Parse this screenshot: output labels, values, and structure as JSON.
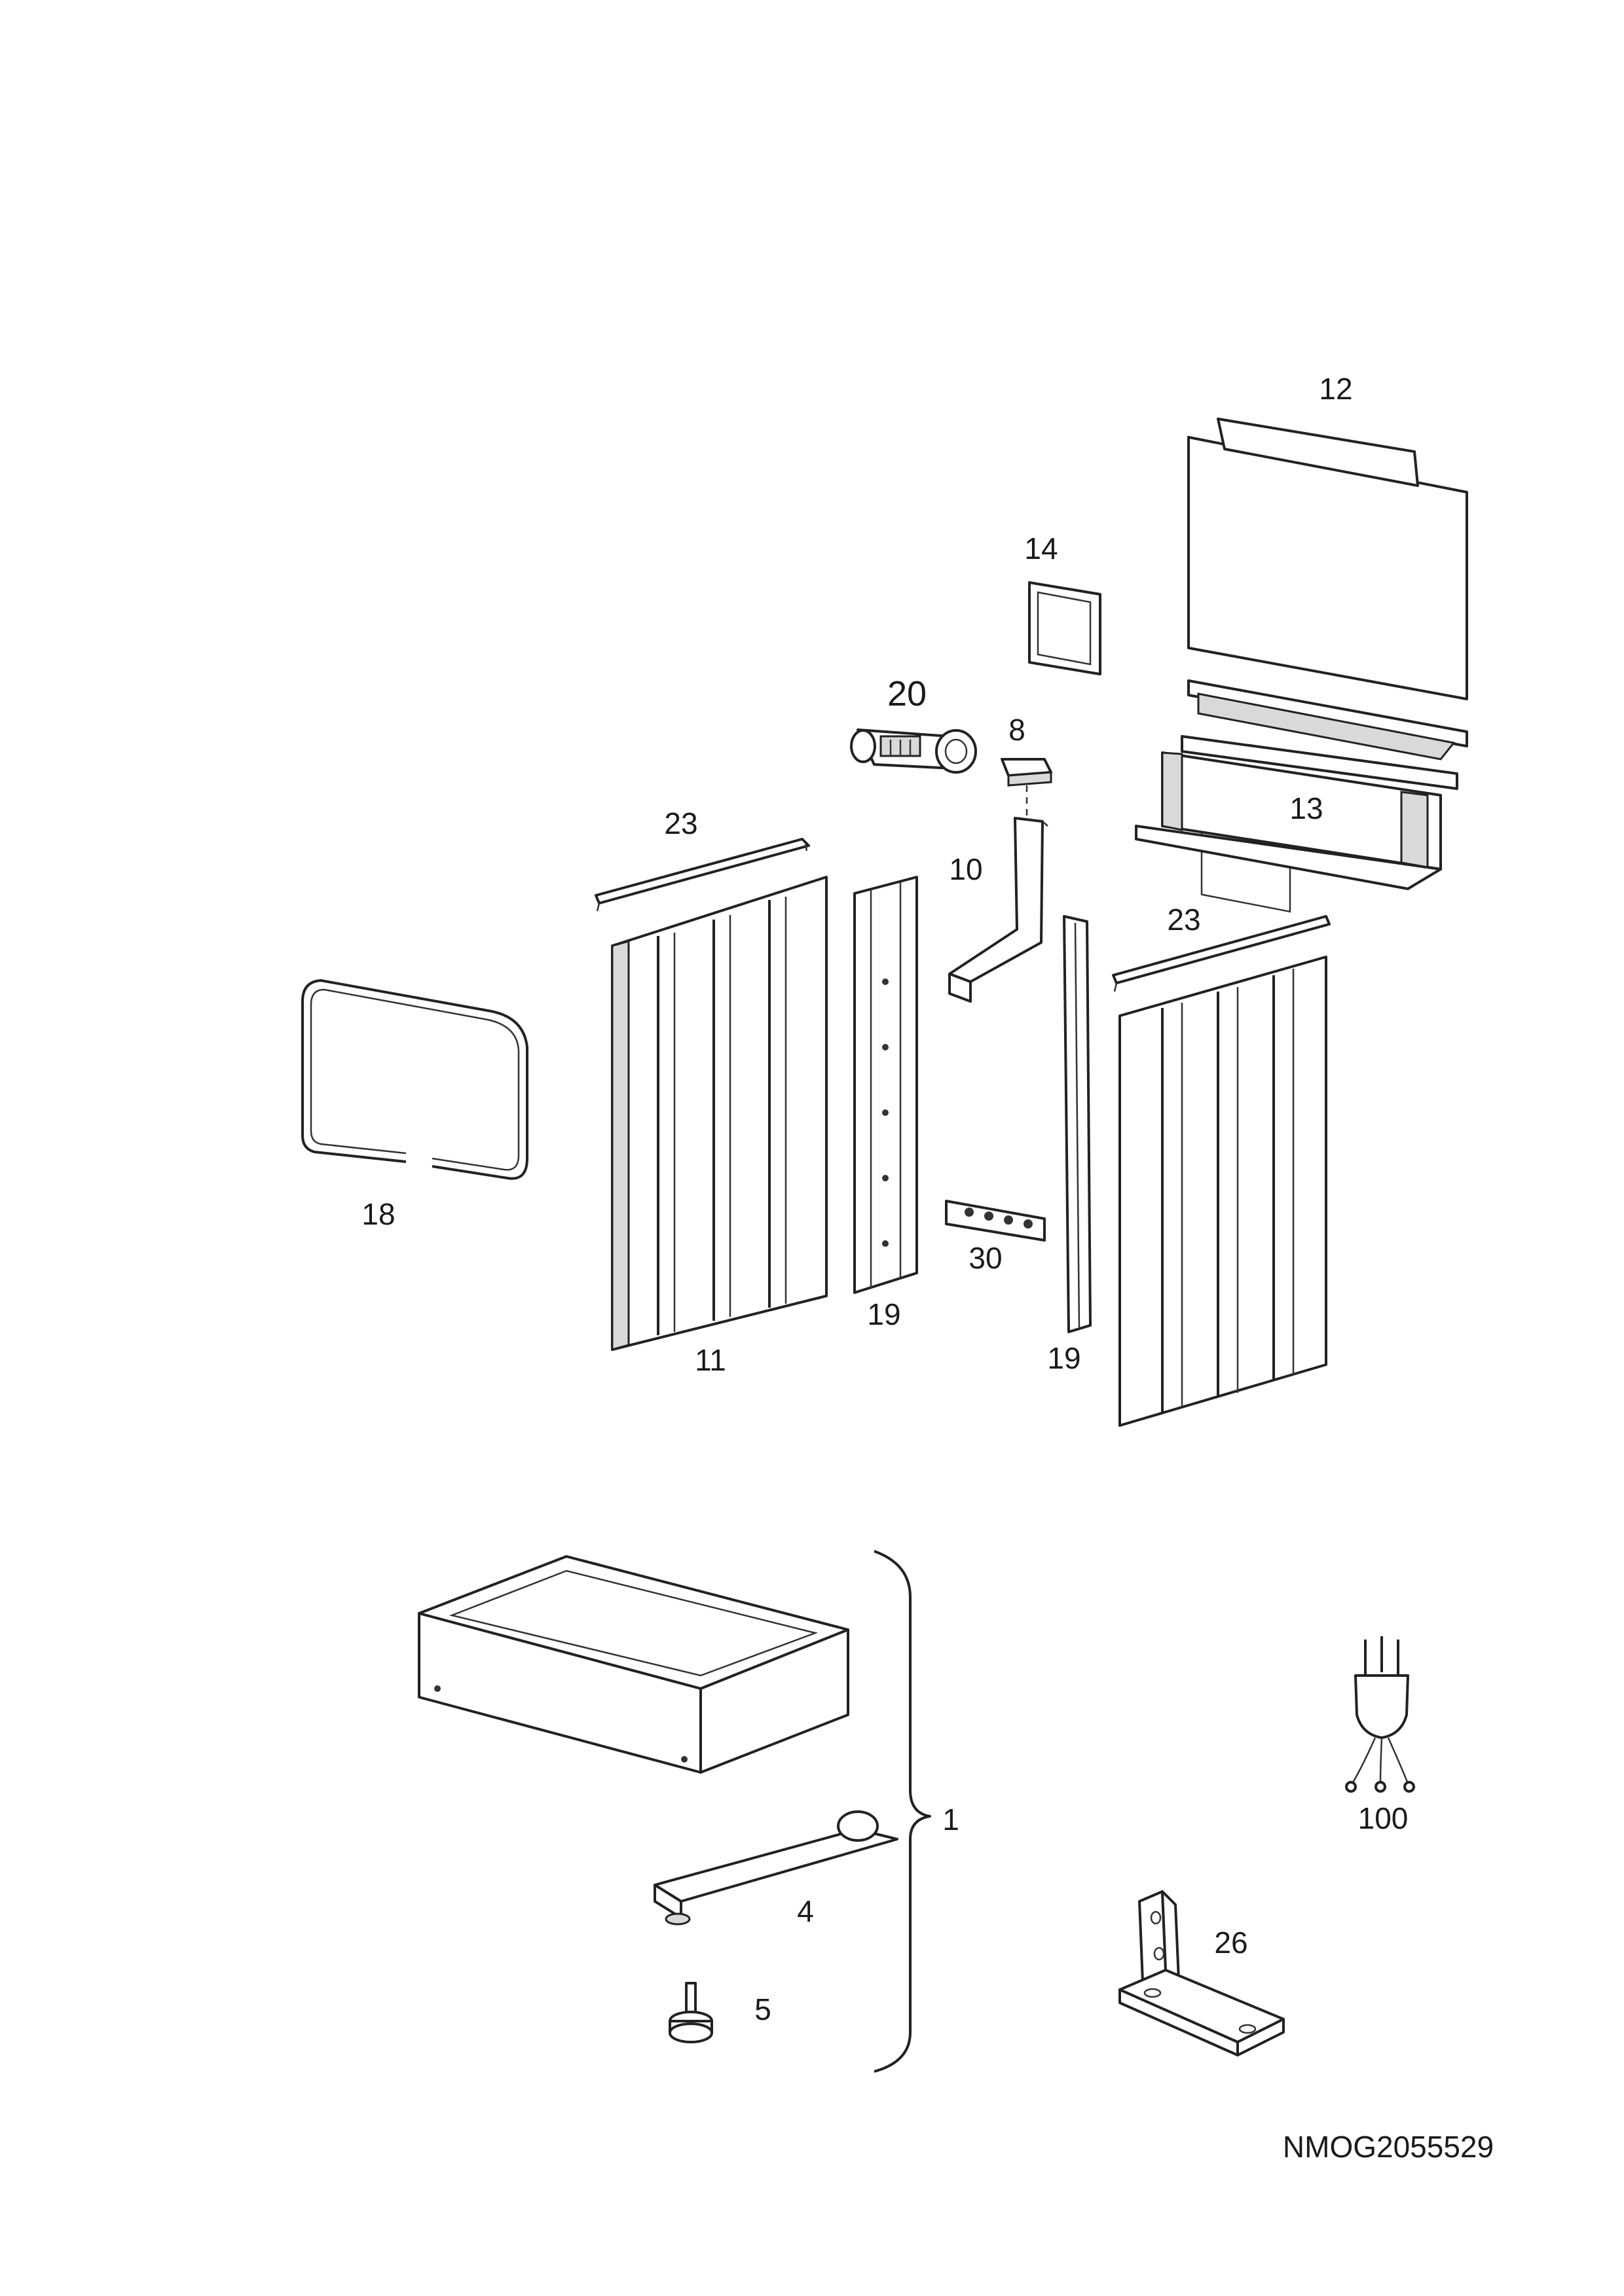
{
  "labels": {
    "l12": "12",
    "l14": "14",
    "l20": "20",
    "l8": "8",
    "l13": "13",
    "l23a": "23",
    "l10": "10",
    "l23b": "23",
    "l18": "18",
    "l30": "30",
    "l19a": "19",
    "l11": "11",
    "l19b": "19",
    "l1": "1",
    "l100": "100",
    "l4": "4",
    "l26": "26",
    "l5": "5"
  },
  "reference_code": "NMOG2055529"
}
